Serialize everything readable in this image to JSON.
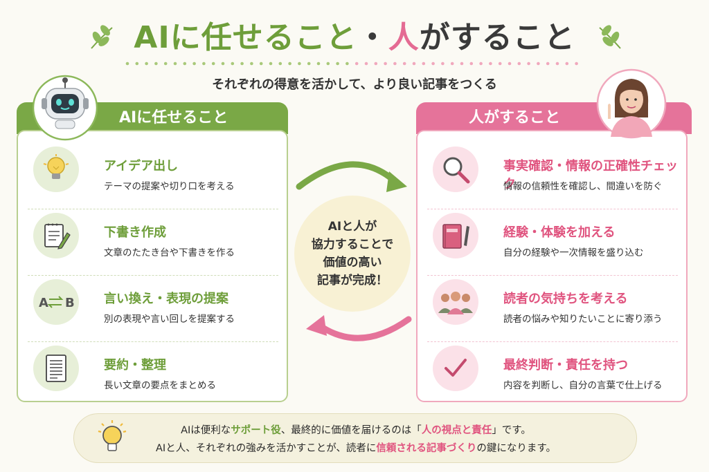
{
  "title": {
    "part1": "AIに任せること",
    "sep": "・",
    "part2": "人",
    "part3": "がすること"
  },
  "subtitle": "それぞれの得意を活かして、より良い記事をつくる",
  "left": {
    "header": "AIに任せること",
    "items": [
      {
        "title": "アイデア出し",
        "desc": "テーマの提案や切り口を考える",
        "icon": "lightbulb-icon"
      },
      {
        "title": "下書き作成",
        "desc": "文章のたたき台や下書きを作る",
        "icon": "notepad-pencil-icon"
      },
      {
        "title": "言い換え・表現の提案",
        "desc": "別の表現や言い回しを提案する",
        "icon": "a-to-b-icon"
      },
      {
        "title": "要約・整理",
        "desc": "長い文章の要点をまとめる",
        "icon": "document-icon"
      }
    ]
  },
  "center": {
    "line1": "AIと人が",
    "line2": "協力することで",
    "line3": "価値の高い",
    "line4": "記事が完成！"
  },
  "right": {
    "header": "人がすること",
    "items": [
      {
        "title": "事実確認・情報の正確性チェック",
        "desc": "情報の信頼性を確認し、間違いを防ぐ",
        "icon": "magnifier-icon"
      },
      {
        "title": "経験・体験を加える",
        "desc": "自分の経験や一次情報を盛り込む",
        "icon": "book-pen-icon"
      },
      {
        "title": "読者の気持ちを考える",
        "desc": "読者の悩みや知りたいことに寄り添う",
        "icon": "people-icon"
      },
      {
        "title": "最終判断・責任を持つ",
        "desc": "内容を判断し、自分の言葉で仕上げる",
        "icon": "checkmark-icon"
      }
    ]
  },
  "bottom": {
    "l1a": "AIは便利な",
    "l1b": "サポート役",
    "l1c": "、最終的に価値を届けるのは「",
    "l1d": "人の視点と責任",
    "l1e": "」です。",
    "l2a": "AIと人、それぞれの強みを活かすことが、読者に",
    "l2b": "信頼される記事づくり",
    "l2c": "の鍵になります。"
  },
  "colors": {
    "green": "#7aa846",
    "pink": "#e5739a",
    "cream": "#f8f1d4"
  }
}
